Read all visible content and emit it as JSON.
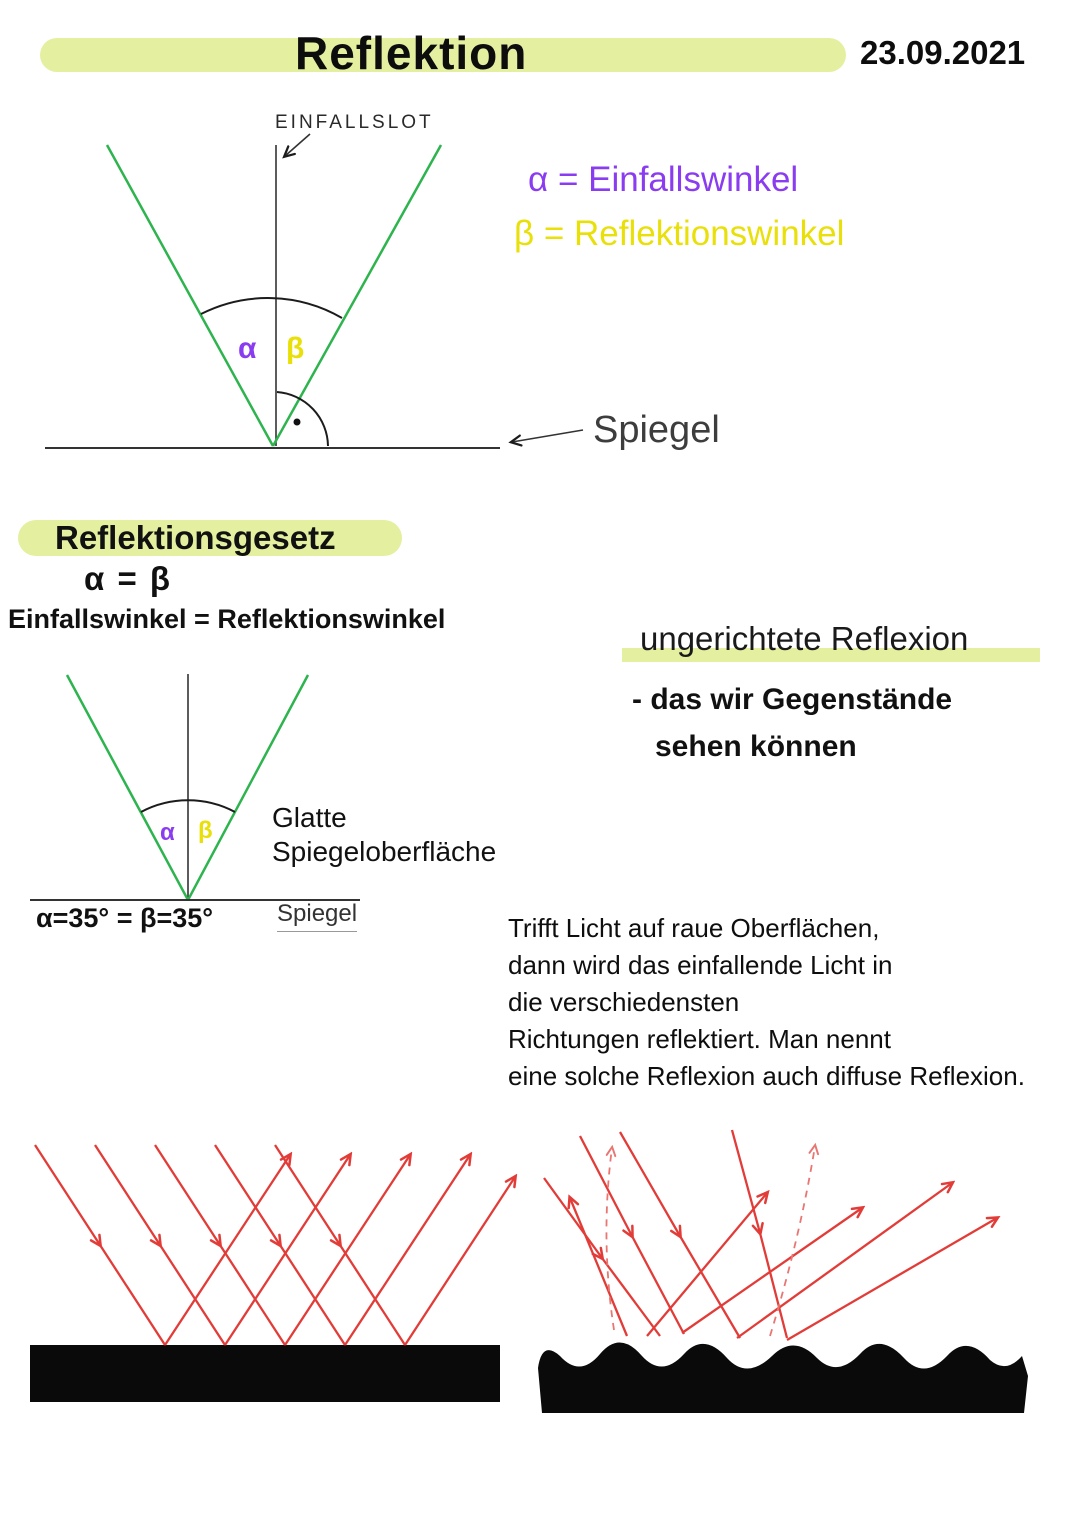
{
  "page": {
    "title": "Reflektion",
    "date": "23.09.2021"
  },
  "colors": {
    "highlight": "#e4efa0",
    "ray_green": "#2eb44e",
    "alpha_purple": "#8a3cf0",
    "beta_yellow": "#e9e009",
    "ray_red": "#e23c38",
    "surface_black": "#0a0a0a"
  },
  "diagram1": {
    "normal_label": "EINFALLSLOT",
    "alpha": "α",
    "beta": "β",
    "mirror_label": "Spiegel"
  },
  "legend": {
    "alpha_line": "α = Einfallswinkel",
    "beta_line": "β = Reflektionswinkel"
  },
  "law": {
    "heading": "Reflektionsgesetz",
    "formula": "α = β",
    "statement": "Einfallswinkel = Reflektionswinkel"
  },
  "diagram2": {
    "alpha": "α",
    "beta": "β",
    "surface_line1": "Glatte",
    "surface_line2": "Spiegeloberfläche",
    "angles": "α=35° = β=35°",
    "mirror_label": "Spiegel"
  },
  "diffuse": {
    "heading": "ungerichtete Reflexion",
    "bullet_line1": "- das wir Gegenstände",
    "bullet_line2": "sehen können",
    "paragraph_lines": [
      "Trifft Licht auf raue Oberflächen,",
      "dann wird das einfallende Licht in",
      "die verschiedensten",
      "Richtungen reflektiert. Man nennt",
      "eine solche Reflexion auch  diffuse Reflexion."
    ]
  }
}
